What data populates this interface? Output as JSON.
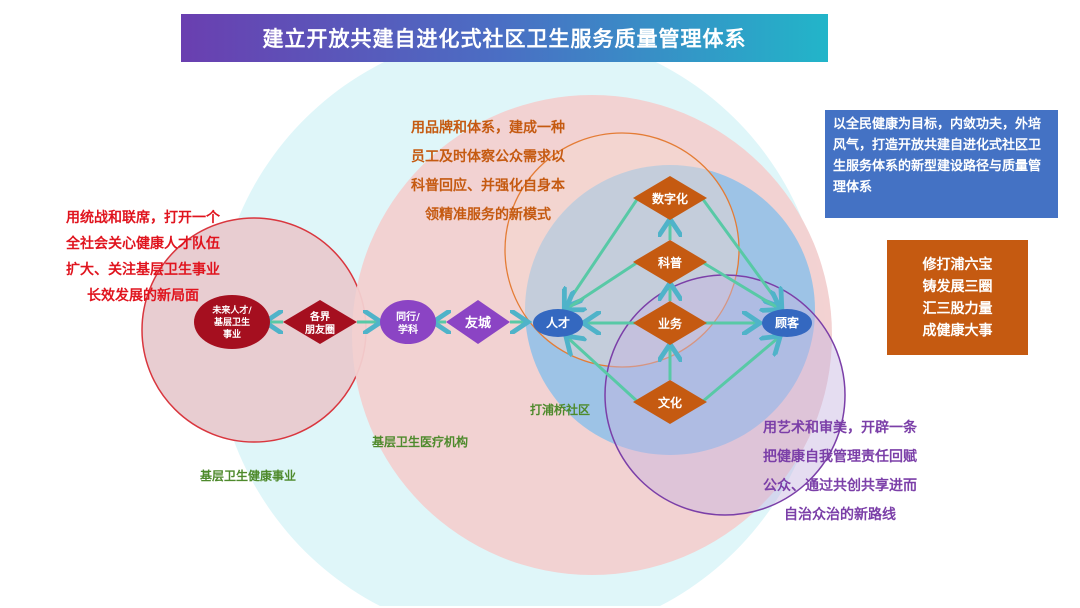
{
  "title": "建立开放共建自进化式社区卫生服务质量管理体系",
  "colors": {
    "cyan": "#dff6f9",
    "pink": "#f2d0d0",
    "blue": "#9dc3e6",
    "orange": "#c55a11",
    "purple": "#7b3fa8",
    "red": "#a50f1f",
    "node_blue": "#3468c0"
  },
  "left_text": [
    "用统战和联席，打开一个",
    "全社会关心健康人才队伍",
    "扩大、关注基层卫生事业",
    "长效发展的新局面"
  ],
  "top_text": [
    "用品牌和体系，建成一种",
    "员工及时体察公众需求以",
    "科普回应、并强化自身本",
    "领精准服务的新模式"
  ],
  "bottom_text": [
    "用艺术和审美，开辟一条",
    "把健康自我管理责任回赋",
    "公众、通过共创共享进而",
    "自治众治的新路线"
  ],
  "blue_box": "以全民健康为目标，内敛功夫，外培风气，打造开放共建自进化式社区卫生服务体系的新型建设路径与质量管理体系",
  "orange_box": [
    "修打浦六宝",
    "铸发展三圈",
    "汇三股力量",
    "成健康大事"
  ],
  "labels": {
    "outer": "基层卫生健康事业",
    "middle": "基层卫生医疗机构",
    "inner": "打浦桥社区"
  },
  "nodes": {
    "future": [
      "未来人才/",
      "基层卫生",
      "事业"
    ],
    "friends": [
      "各界",
      "朋友圈"
    ],
    "peer": [
      "同行/",
      "学科"
    ],
    "city": "友城",
    "talent": "人才",
    "customer": "顾客",
    "digital": "数字化",
    "science": "科普",
    "business": "业务",
    "culture": "文化"
  }
}
